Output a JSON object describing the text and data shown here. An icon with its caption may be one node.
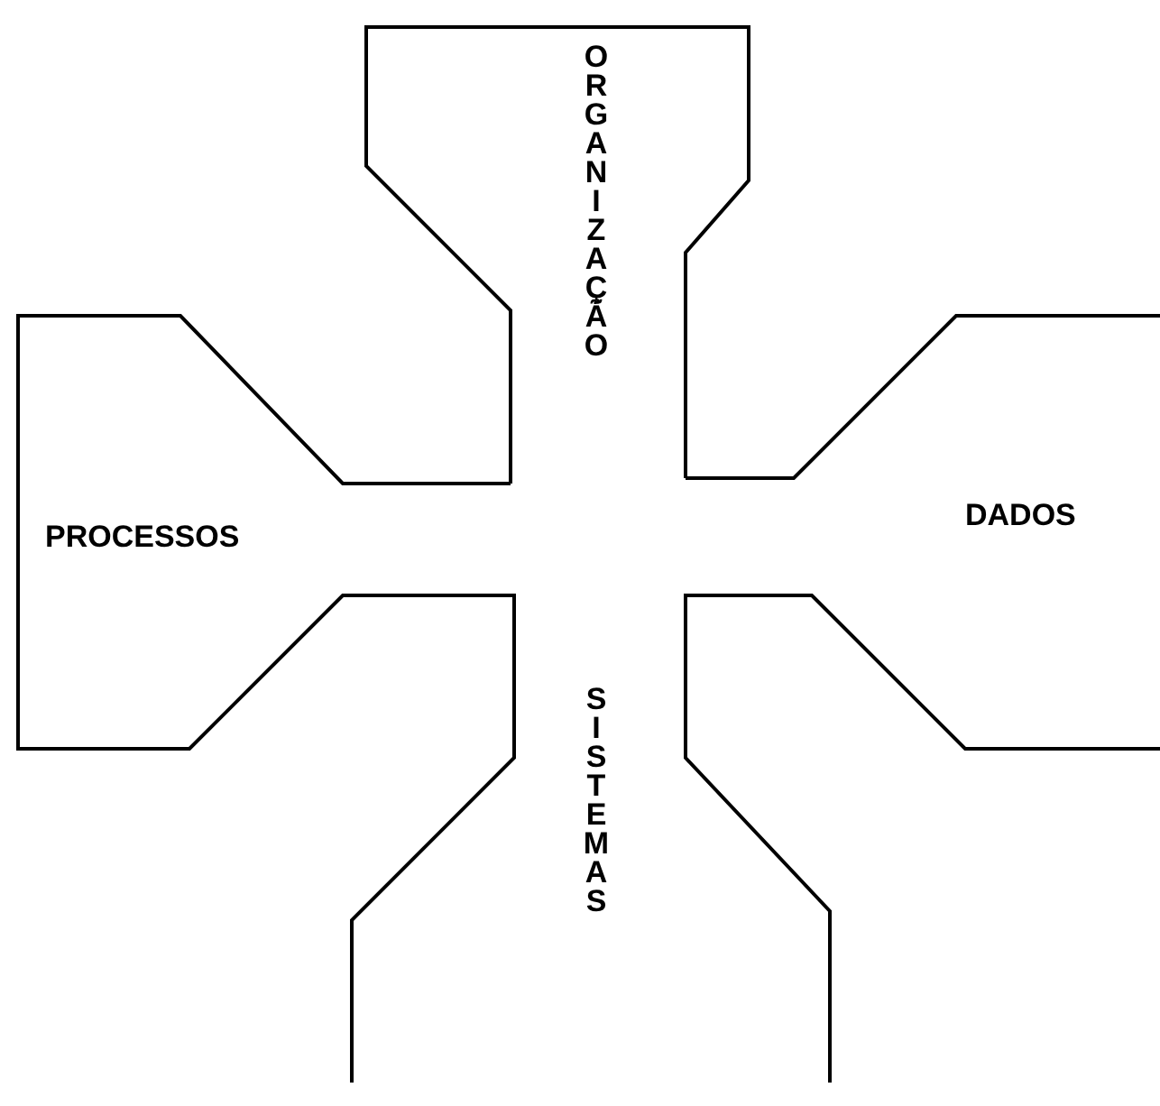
{
  "diagram": {
    "nodes": [
      {
        "text": [
          "ORGANIZAÇÃO"
        ]
      },
      {
        "text": [
          "PROCESSOS"
        ]
      },
      {
        "text": [
          "DADOS"
        ]
      },
      {
        "text": [
          "SISTEMAS"
        ]
      }
    ]
  }
}
